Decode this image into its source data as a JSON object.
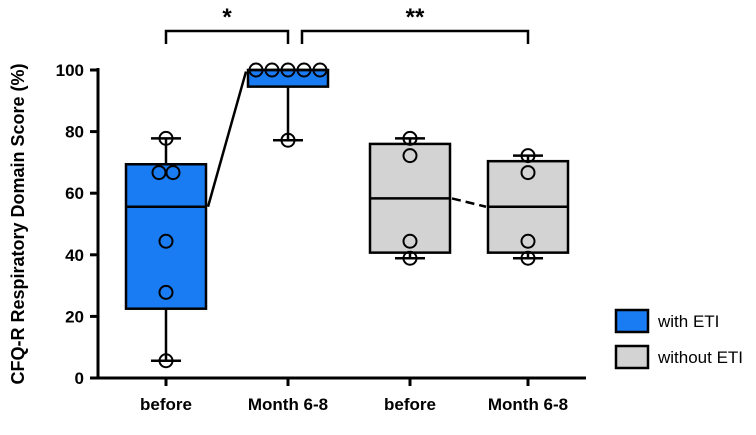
{
  "colors": {
    "with_eti": "#1a7cf2",
    "without_eti": "#d3d3d3",
    "stroke": "#000000"
  },
  "chart_data": {
    "type": "box",
    "title": "",
    "ylabel": "CFQ-R Respiratory Domain Score (%)",
    "xlabel": "",
    "ylim": [
      0,
      100
    ],
    "yticks": [
      0,
      20,
      40,
      60,
      80,
      100
    ],
    "grid": false,
    "legend_placement": "bottom-right",
    "categories": [
      "before",
      "Month 6-8",
      "before",
      "Month 6-8"
    ],
    "series": [
      {
        "name": "with ETI",
        "color": "#1a7cf2",
        "boxes": [
          {
            "category": "before",
            "min": 5.6,
            "q1": 22.5,
            "median": 55.6,
            "q3": 69.4,
            "max": 77.8,
            "points": [
              77.8,
              66.7,
              66.7,
              44.4,
              27.8,
              5.6
            ]
          },
          {
            "category": "Month 6-8",
            "min": 77.2,
            "q1": 94.6,
            "median": 100,
            "q3": 100,
            "max": 100,
            "points": [
              100,
              100,
              100,
              100,
              100,
              77.2
            ]
          }
        ]
      },
      {
        "name": "without ETI",
        "color": "#d3d3d3",
        "boxes": [
          {
            "category": "before",
            "min": 38.9,
            "q1": 40.7,
            "median": 58.3,
            "q3": 76.0,
            "max": 77.8,
            "points": [
              77.8,
              72.2,
              44.4,
              38.9
            ]
          },
          {
            "category": "Month 6-8",
            "min": 38.9,
            "q1": 40.7,
            "median": 55.6,
            "q3": 70.4,
            "max": 72.2,
            "points": [
              72.2,
              66.7,
              44.4,
              38.9
            ]
          }
        ]
      }
    ],
    "significance": [
      {
        "from": 0,
        "to": 1,
        "label": "*"
      },
      {
        "from": 1,
        "to": 3,
        "label": "**"
      }
    ]
  }
}
